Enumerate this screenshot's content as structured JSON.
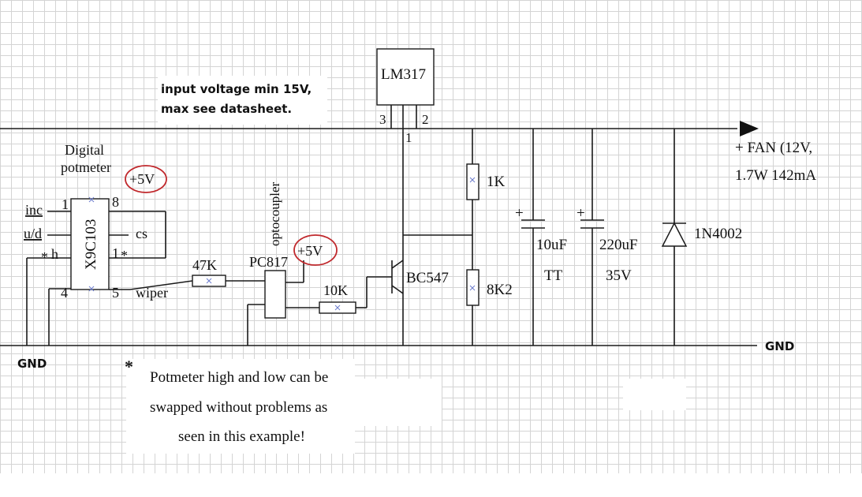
{
  "ic": {
    "part": "X9C103",
    "caption_line1": "Digital",
    "caption_line2": "potmeter",
    "pin_inc": "inc",
    "pin_ud": "u/d",
    "pin_h": "h",
    "pin_cs": "cs",
    "pin1": "1",
    "pin4": "4",
    "pin5": "5",
    "pin8": "8",
    "wiper": "wiper",
    "star": "*"
  },
  "supply_ic": "+5V",
  "supply_opto": "+5V",
  "opto": {
    "part": "PC817",
    "caption": "optocoupler"
  },
  "r_47k": "47K",
  "r_10k": "10K",
  "transistor": "BC547",
  "regulator": {
    "part": "LM317",
    "pin3": "3",
    "pin2": "2",
    "pin1": "1"
  },
  "r_1k": "1K",
  "r_8k2": "8K2",
  "cap1": {
    "value": "10uF",
    "type": "TT",
    "plus": "+"
  },
  "cap2": {
    "value": "220uF",
    "voltage": "35V",
    "plus": "+"
  },
  "diode": "1N4002",
  "fan_line1": "+ FAN (12V,",
  "fan_line2": "1.7W 142mA",
  "gnd_left": "GND",
  "gnd_right": "GND",
  "input_note_line1": "input voltage min 15V,",
  "input_note_line2": "max see datasheet.",
  "note": {
    "star": "*",
    "line1": "Potmeter high and low can be",
    "line2": "swapped without problems as",
    "line3": "seen in this example!"
  },
  "colors": {
    "wire": "#1a1a1a",
    "grid": "#d4d4d4",
    "supply_circle": "#c0282c",
    "pin_mark": "#6b7ccc"
  }
}
